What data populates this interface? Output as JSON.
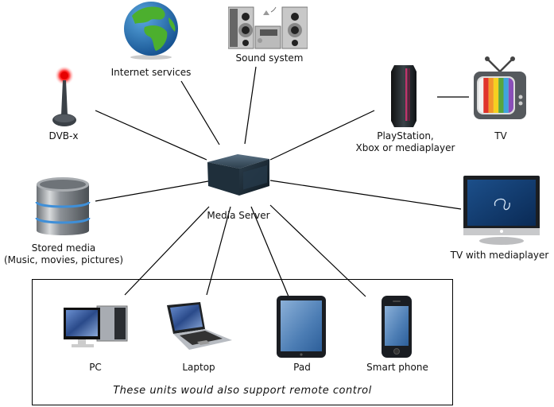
{
  "diagram": {
    "hub": {
      "id": "media-server",
      "label": "Media Server",
      "icon": "server-icon"
    },
    "nodes": [
      {
        "id": "internet-services",
        "label": "Internet services",
        "icon": "globe-icon"
      },
      {
        "id": "sound-system",
        "label": "Sound system",
        "icon": "stereo-icon"
      },
      {
        "id": "dvb-x",
        "label": "DVB-x",
        "icon": "antenna-icon"
      },
      {
        "id": "playstation",
        "label_line1": "PlayStation,",
        "label_line2": "Xbox or mediaplayer",
        "icon": "console-icon"
      },
      {
        "id": "tv",
        "label": "TV",
        "icon": "retro-tv-icon"
      },
      {
        "id": "stored-media",
        "label_line1": "Stored media",
        "label_line2": "(Music, movies, pictures)",
        "icon": "database-icon"
      },
      {
        "id": "tv-with-mediaplayer",
        "label": "TV with mediaplayer",
        "icon": "flat-tv-icon"
      },
      {
        "id": "pc",
        "label": "PC",
        "icon": "desktop-pc-icon"
      },
      {
        "id": "laptop",
        "label": "Laptop",
        "icon": "laptop-icon"
      },
      {
        "id": "pad",
        "label": "Pad",
        "icon": "tablet-icon"
      },
      {
        "id": "smart-phone",
        "label": "Smart phone",
        "icon": "smartphone-icon"
      }
    ],
    "connections": [
      [
        "media-server",
        "internet-services"
      ],
      [
        "media-server",
        "sound-system"
      ],
      [
        "media-server",
        "dvb-x"
      ],
      [
        "media-server",
        "playstation"
      ],
      [
        "playstation",
        "tv"
      ],
      [
        "media-server",
        "stored-media"
      ],
      [
        "media-server",
        "tv-with-mediaplayer"
      ],
      [
        "media-server",
        "pc"
      ],
      [
        "media-server",
        "laptop"
      ],
      [
        "media-server",
        "pad"
      ],
      [
        "media-server",
        "smart-phone"
      ]
    ],
    "group_note": "These units would also support remote control"
  }
}
